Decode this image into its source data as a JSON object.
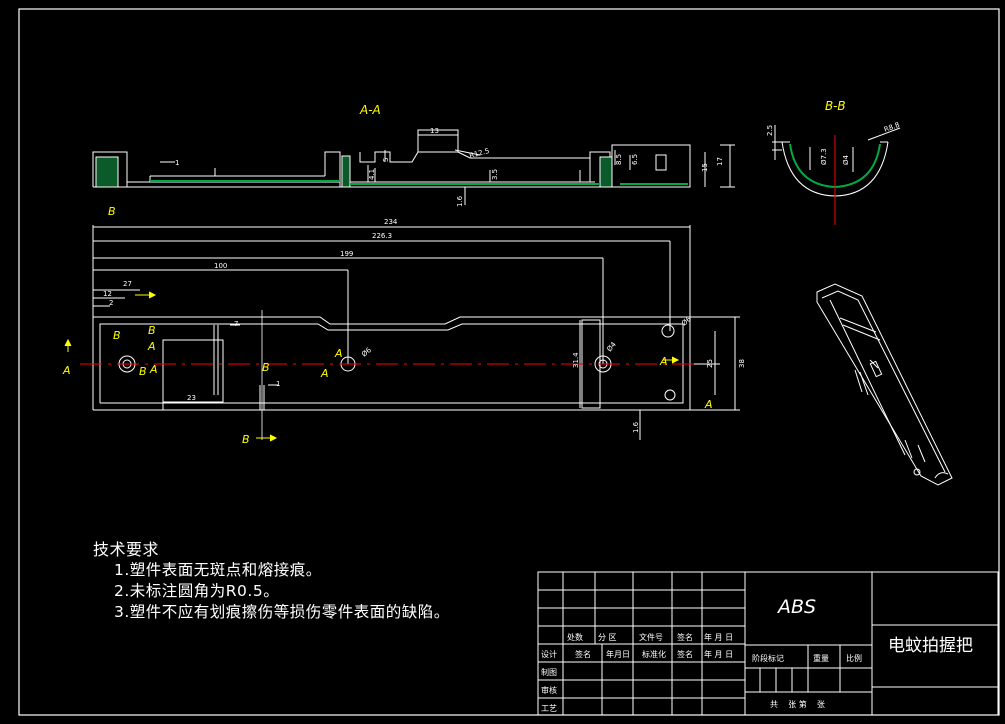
{
  "views": {
    "section_aa": "A-A",
    "section_bb": "B-B",
    "view_b": "B"
  },
  "markers": {
    "a": "A",
    "b": "B"
  },
  "dimensions": {
    "overall_length": "234",
    "inner_length": "226.3",
    "d199": "199",
    "d100": "100",
    "d27": "27",
    "d12": "12",
    "d2": "2",
    "d23": "23",
    "d1": "1",
    "d38": "38",
    "d25": "25",
    "d314": "31.4",
    "d16": "1.6",
    "d15": "15",
    "d17": "17",
    "d13": "13",
    "d5": "5",
    "d41": "4.1",
    "d35": "3.5",
    "d65": "6.5",
    "d85": "8.5",
    "r125": "R12.5",
    "d25b": "2.5",
    "r88": "R8.8",
    "d73": "Ø7.3",
    "d6": "Ø6",
    "d4": "Ø4",
    "d7": "7"
  },
  "tech_requirements": {
    "title": "技术要求",
    "items": [
      "1.塑件表面无斑点和熔接痕。",
      "2.未标注圆角为R0.5。",
      "3.塑件不应有划痕擦伤等损伤零件表面的缺陷。"
    ]
  },
  "title_block": {
    "material": "ABS",
    "part_name": "电蚊拍握把",
    "headers": [
      "处数",
      "分 区",
      "文件号",
      "签名",
      "年 月 日"
    ],
    "design_row": [
      "设计",
      "签名",
      "年月日",
      "标准化",
      "签名",
      "年 月 日"
    ],
    "rows": [
      "制图",
      "审核",
      "工艺"
    ],
    "stage_label": "阶段标记",
    "weight_label": "重量",
    "scale_label": "比例",
    "sheets": "共    张 第    张"
  },
  "colors": {
    "background": "#000000",
    "lines": "#ffffff",
    "center_lines": "#ff0000",
    "annotation": "#ffff00",
    "hatch": "#00aa44"
  }
}
